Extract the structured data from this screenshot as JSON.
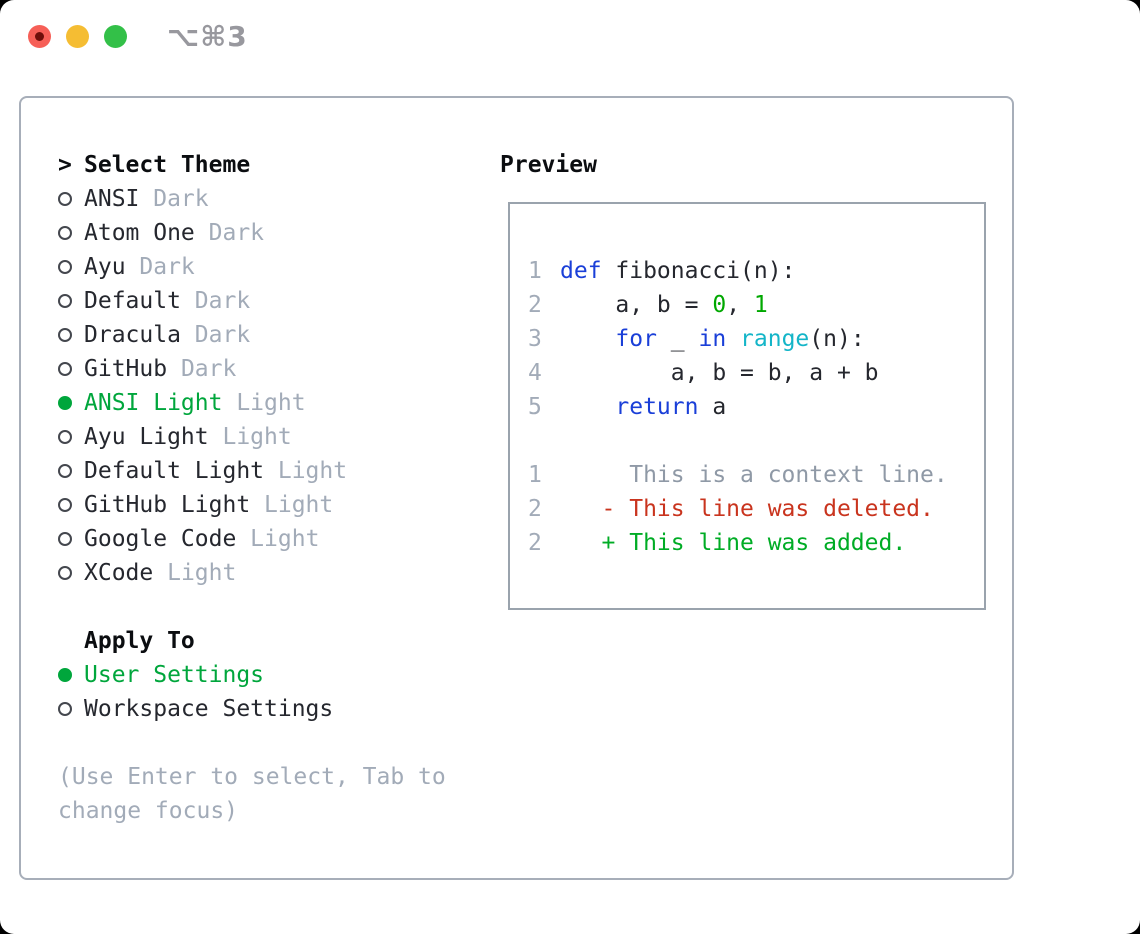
{
  "titlebar": {
    "shortcut": "⌥⌘3",
    "traffic_lights": [
      "close",
      "minimize",
      "zoom"
    ]
  },
  "colors": {
    "accent_green": "#00a63c",
    "keyword_blue": "#1a3fd8",
    "builtin_cyan": "#14b5c8",
    "number_green": "#00a800",
    "diff_red": "#c9341e",
    "diff_green": "#00ac25",
    "muted_gray": "#a2abb8",
    "border_gray": "#a7aeb9"
  },
  "theme_panel": {
    "title_prefix": ">",
    "title": "Select Theme",
    "items": [
      {
        "name": "ANSI",
        "variant": "Dark",
        "selected": false
      },
      {
        "name": "Atom One",
        "variant": "Dark",
        "selected": false
      },
      {
        "name": "Ayu",
        "variant": "Dark",
        "selected": false
      },
      {
        "name": "Default",
        "variant": "Dark",
        "selected": false
      },
      {
        "name": "Dracula",
        "variant": "Dark",
        "selected": false
      },
      {
        "name": "GitHub",
        "variant": "Dark",
        "selected": false
      },
      {
        "name": "ANSI Light",
        "variant": "Light",
        "selected": true
      },
      {
        "name": "Ayu Light",
        "variant": "Light",
        "selected": false
      },
      {
        "name": "Default Light",
        "variant": "Light",
        "selected": false
      },
      {
        "name": "GitHub Light",
        "variant": "Light",
        "selected": false
      },
      {
        "name": "Google Code",
        "variant": "Light",
        "selected": false
      },
      {
        "name": "XCode",
        "variant": "Light",
        "selected": false
      }
    ],
    "apply_to": {
      "title": "Apply To",
      "options": [
        {
          "label": "User Settings",
          "selected": true
        },
        {
          "label": "Workspace Settings",
          "selected": false
        }
      ]
    },
    "hint": "(Use Enter to select, Tab to change focus)"
  },
  "preview": {
    "title": "Preview",
    "code_lines": [
      {
        "num": "1",
        "segments": [
          {
            "t": "def",
            "c": "keyword"
          },
          {
            "t": " fibonacci(n):",
            "c": "plain"
          }
        ]
      },
      {
        "num": "2",
        "segments": [
          {
            "t": "    a, b = ",
            "c": "plain"
          },
          {
            "t": "0",
            "c": "number"
          },
          {
            "t": ", ",
            "c": "plain"
          },
          {
            "t": "1",
            "c": "number"
          }
        ]
      },
      {
        "num": "3",
        "segments": [
          {
            "t": "    ",
            "c": "plain"
          },
          {
            "t": "for",
            "c": "keyword"
          },
          {
            "t": " _ ",
            "c": "plain"
          },
          {
            "t": "in",
            "c": "keyword"
          },
          {
            "t": " ",
            "c": "plain"
          },
          {
            "t": "range",
            "c": "builtin"
          },
          {
            "t": "(n):",
            "c": "plain"
          }
        ]
      },
      {
        "num": "4",
        "segments": [
          {
            "t": "        a, b = b, a + b",
            "c": "plain"
          }
        ]
      },
      {
        "num": "5",
        "segments": [
          {
            "t": "    ",
            "c": "plain"
          },
          {
            "t": "return",
            "c": "keyword"
          },
          {
            "t": " a",
            "c": "plain"
          }
        ]
      }
    ],
    "diff_lines": [
      {
        "num": "1",
        "segments": [
          {
            "t": "     This is a context line.",
            "c": "muted"
          }
        ]
      },
      {
        "num": "2",
        "segments": [
          {
            "t": "   ",
            "c": "plain"
          },
          {
            "t": "- This line was deleted.",
            "c": "del"
          }
        ]
      },
      {
        "num": "2",
        "segments": [
          {
            "t": "   ",
            "c": "plain"
          },
          {
            "t": "+ This line was added.",
            "c": "add"
          }
        ]
      }
    ]
  }
}
